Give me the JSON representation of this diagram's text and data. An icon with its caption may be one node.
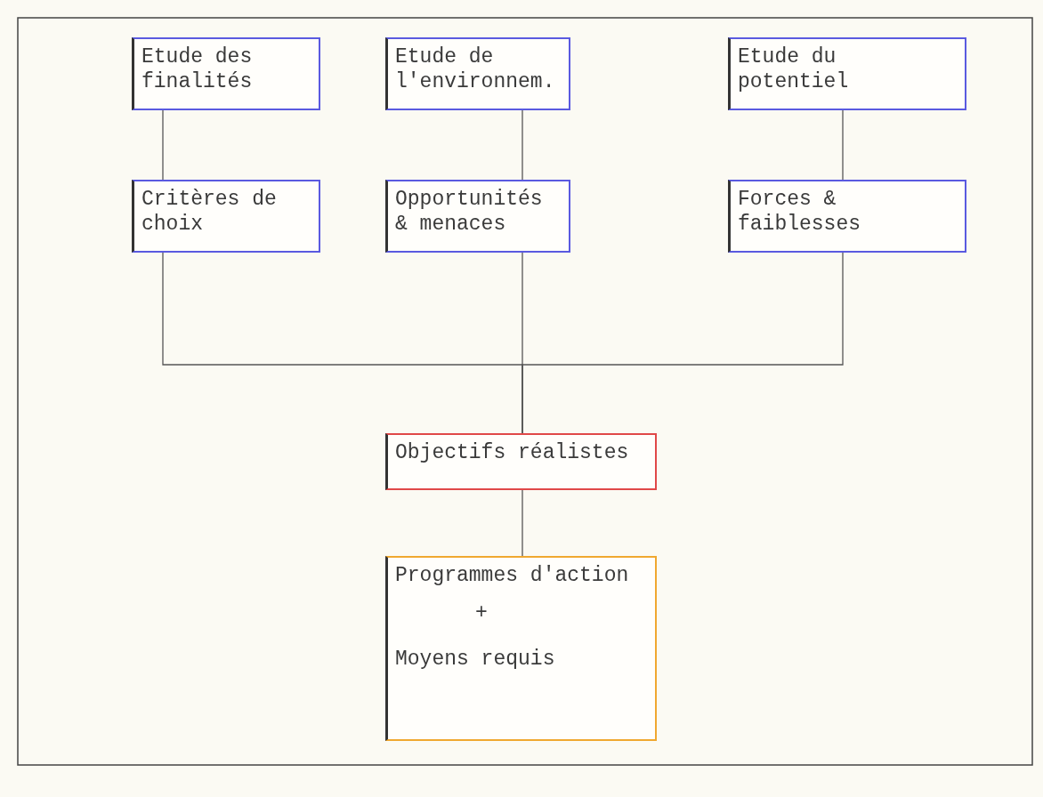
{
  "diagram": {
    "nodes": [
      {
        "text": [
          "Etude des finalités"
        ]
      },
      {
        "text": [
          "Etude de l'environnem."
        ]
      },
      {
        "text": [
          "Etude du potentiel"
        ]
      },
      {
        "text": [
          "Critères de choix"
        ]
      },
      {
        "text": [
          "Opportunités & menaces"
        ]
      },
      {
        "text": [
          "Forces & faiblesses"
        ]
      },
      {
        "text": [
          "Objectifs réalistes"
        ]
      },
      {
        "text": [
          "Programmes d'action",
          "+",
          "Moyens requis"
        ]
      }
    ],
    "edges": [
      {
        "from": 0,
        "to": 3,
        "arrow": "none"
      },
      {
        "from": 1,
        "to": 4,
        "arrow": "none"
      },
      {
        "from": 2,
        "to": 5,
        "arrow": "none"
      },
      {
        "from": 3,
        "to": 6,
        "arrow": "none"
      },
      {
        "from": 4,
        "to": 6,
        "arrow": "none"
      },
      {
        "from": 5,
        "to": 6,
        "arrow": "none"
      },
      {
        "from": 6,
        "to": 7,
        "arrow": "none"
      }
    ]
  }
}
